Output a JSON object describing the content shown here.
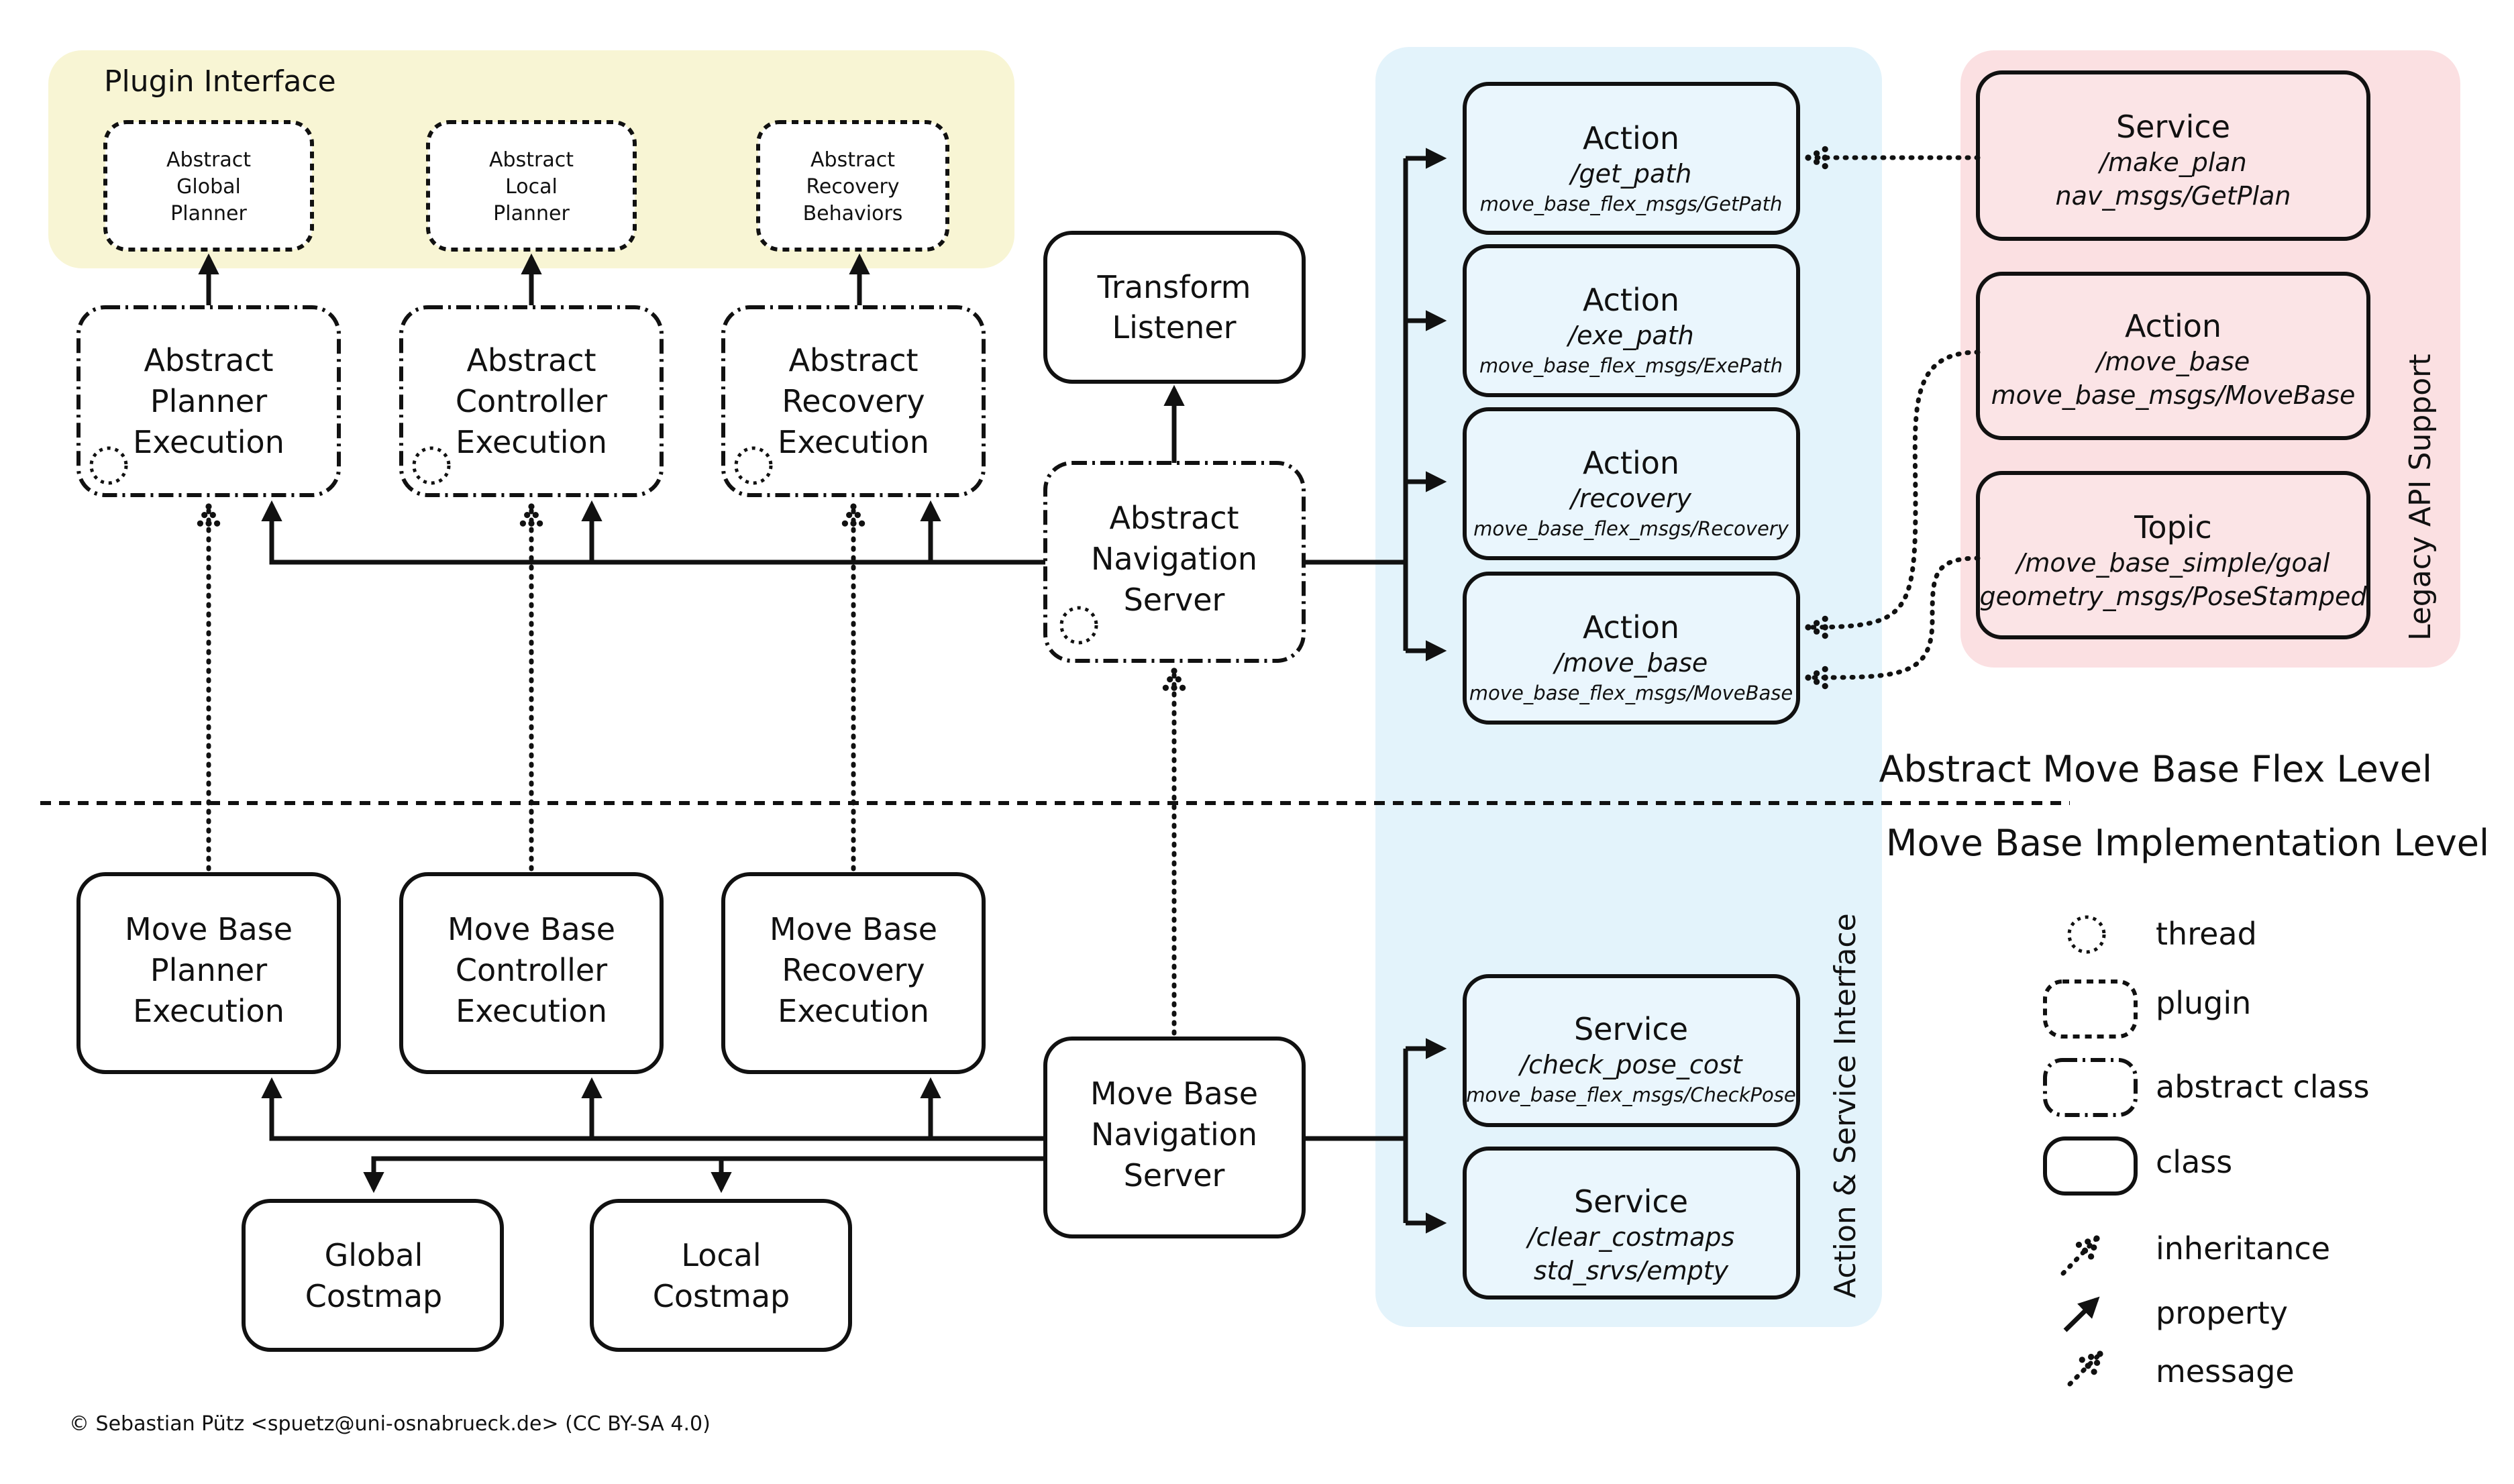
{
  "regions": {
    "plugin_interface": "Plugin Interface",
    "legacy_api": "Legacy API Support",
    "action_service_interface": "Action & Service Interface"
  },
  "levels": {
    "abstract": "Abstract Move Base Flex Level",
    "implementation": "Move Base Implementation Level"
  },
  "plugins": {
    "global_planner": [
      "Abstract",
      "Global",
      "Planner"
    ],
    "local_planner": [
      "Abstract",
      "Local",
      "Planner"
    ],
    "recovery_behaviors": [
      "Abstract",
      "Recovery",
      "Behaviors"
    ]
  },
  "abstract_exec": {
    "planner": [
      "Abstract",
      "Planner",
      "Execution"
    ],
    "controller": [
      "Abstract",
      "Controller",
      "Execution"
    ],
    "recovery": [
      "Abstract",
      "Recovery",
      "Execution"
    ]
  },
  "transform_listener": [
    "Transform",
    "Listener"
  ],
  "abstract_nav_server": [
    "Abstract",
    "Navigation",
    "Server"
  ],
  "actions": [
    {
      "kind": "Action",
      "name": "/get_path",
      "type": "move_base_flex_msgs/GetPath"
    },
    {
      "kind": "Action",
      "name": "/exe_path",
      "type": "move_base_flex_msgs/ExePath"
    },
    {
      "kind": "Action",
      "name": "/recovery",
      "type": "move_base_flex_msgs/Recovery"
    },
    {
      "kind": "Action",
      "name": "/move_base",
      "type": "move_base_flex_msgs/MoveBase"
    }
  ],
  "legacy": [
    {
      "kind": "Service",
      "name": "/make_plan",
      "type": "nav_msgs/GetPlan"
    },
    {
      "kind": "Action",
      "name": "/move_base",
      "type": "move_base_msgs/MoveBase"
    },
    {
      "kind": "Topic",
      "name": "/move_base_simple/goal",
      "type": "geometry_msgs/PoseStamped"
    }
  ],
  "impl_exec": {
    "planner": [
      "Move Base",
      "Planner",
      "Execution"
    ],
    "controller": [
      "Move Base",
      "Controller",
      "Execution"
    ],
    "recovery": [
      "Move Base",
      "Recovery",
      "Execution"
    ]
  },
  "mb_nav_server": [
    "Move Base",
    "Navigation",
    "Server"
  ],
  "costmaps": {
    "global": [
      "Global",
      "Costmap"
    ],
    "local": [
      "Local",
      "Costmap"
    ]
  },
  "services": [
    {
      "kind": "Service",
      "name": "/check_pose_cost",
      "type": "move_base_flex_msgs/CheckPose"
    },
    {
      "kind": "Service",
      "name": "/clear_costmaps",
      "type": "std_srvs/empty"
    }
  ],
  "legend": {
    "thread": "thread",
    "plugin": "plugin",
    "abstract_class": "abstract class",
    "class": "class",
    "inheritance": "inheritance",
    "property": "property",
    "message": "message"
  },
  "copyright": "© Sebastian Pütz <spuetz@uni-osnabrueck.de> (CC BY-SA 4.0)",
  "colors": {
    "plugin_bg": "#f8f5d4",
    "interface_bg": "#e3f3fb",
    "legacy_bg": "#fbe0e2",
    "line": "#111111"
  }
}
